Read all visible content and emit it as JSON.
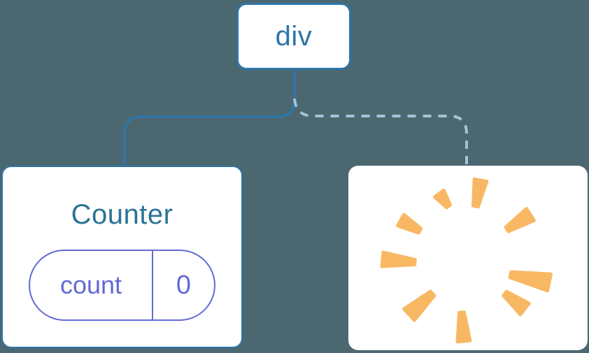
{
  "diagram": {
    "root_node": {
      "label": "div"
    },
    "counter_card": {
      "title": "Counter",
      "state_pill": {
        "name": "count",
        "value": "0"
      }
    },
    "removed_card": {
      "icon": "poof-icon"
    },
    "edges": {
      "to_counter": {
        "style": "solid"
      },
      "to_removed": {
        "style": "dashed"
      }
    },
    "colors": {
      "background": "#4b6770",
      "accent_blue": "#2e76a8",
      "title_blue": "#2d7396",
      "dashed_edge_blue": "#a4c3d8",
      "state_purple": "#636ad4",
      "poof_orange": "#f8b863",
      "card_white": "#ffffff"
    }
  }
}
